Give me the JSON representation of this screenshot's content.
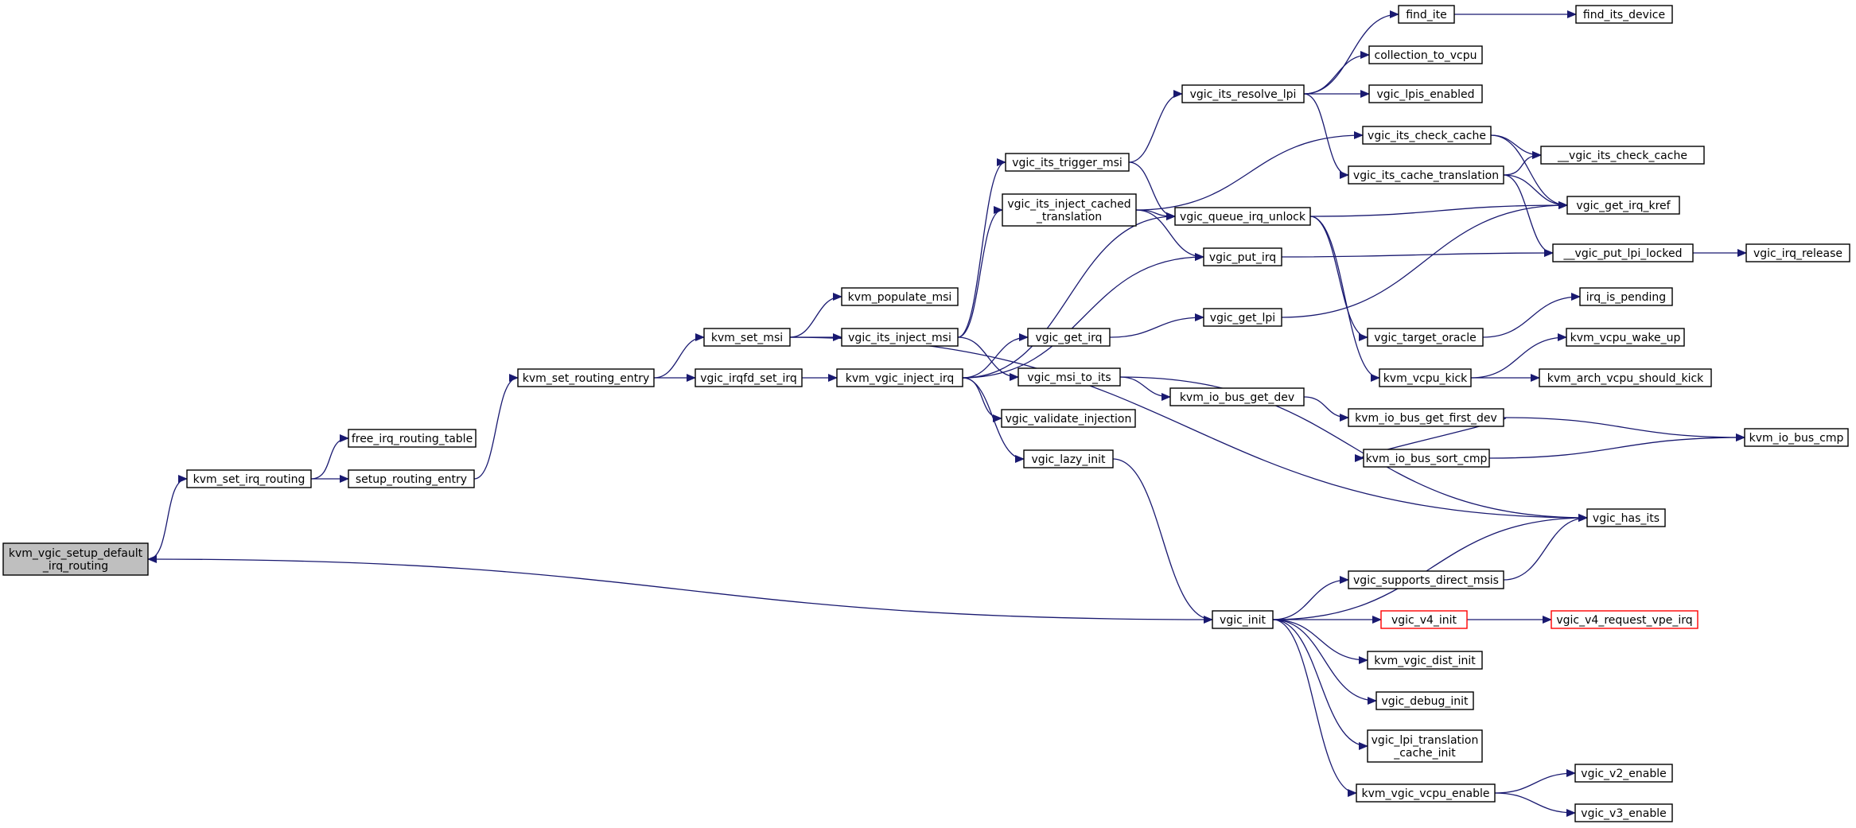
{
  "graph": {
    "colors": {
      "edge": "#191970",
      "node_border": "#000000",
      "node_fill": "#ffffff",
      "root_fill": "#bfbfbf",
      "truncated_border": "#ff0000"
    },
    "nodes": [
      {
        "id": "root",
        "lines": [
          "kvm_vgic_setup_default",
          "_irq_routing"
        ],
        "kind": "root"
      },
      {
        "id": "kvm_set_irq_routing",
        "lines": [
          "kvm_set_irq_routing"
        ]
      },
      {
        "id": "free_irq_routing_table",
        "lines": [
          "free_irq_routing_table"
        ]
      },
      {
        "id": "setup_routing_entry",
        "lines": [
          "setup_routing_entry"
        ]
      },
      {
        "id": "kvm_set_routing_entry",
        "lines": [
          "kvm_set_routing_entry"
        ]
      },
      {
        "id": "kvm_set_msi",
        "lines": [
          "kvm_set_msi"
        ]
      },
      {
        "id": "vgic_irqfd_set_irq",
        "lines": [
          "vgic_irqfd_set_irq"
        ]
      },
      {
        "id": "kvm_populate_msi",
        "lines": [
          "kvm_populate_msi"
        ]
      },
      {
        "id": "vgic_its_inject_msi",
        "lines": [
          "vgic_its_inject_msi"
        ]
      },
      {
        "id": "kvm_vgic_inject_irq",
        "lines": [
          "kvm_vgic_inject_irq"
        ]
      },
      {
        "id": "vgic_its_trigger_msi",
        "lines": [
          "vgic_its_trigger_msi"
        ]
      },
      {
        "id": "vgic_its_inject_cached_translation",
        "lines": [
          "vgic_its_inject_cached",
          "_translation"
        ]
      },
      {
        "id": "vgic_get_irq",
        "lines": [
          "vgic_get_irq"
        ]
      },
      {
        "id": "vgic_msi_to_its",
        "lines": [
          "vgic_msi_to_its"
        ]
      },
      {
        "id": "vgic_validate_injection",
        "lines": [
          "vgic_validate_injection"
        ]
      },
      {
        "id": "vgic_lazy_init",
        "lines": [
          "vgic_lazy_init"
        ]
      },
      {
        "id": "vgic_its_resolve_lpi",
        "lines": [
          "vgic_its_resolve_lpi"
        ]
      },
      {
        "id": "vgic_queue_irq_unlock",
        "lines": [
          "vgic_queue_irq_unlock"
        ]
      },
      {
        "id": "vgic_put_irq",
        "lines": [
          "vgic_put_irq"
        ]
      },
      {
        "id": "vgic_get_lpi",
        "lines": [
          "vgic_get_lpi"
        ]
      },
      {
        "id": "kvm_io_bus_get_dev",
        "lines": [
          "kvm_io_bus_get_dev"
        ]
      },
      {
        "id": "vgic_init",
        "lines": [
          "vgic_init"
        ]
      },
      {
        "id": "find_ite",
        "lines": [
          "find_ite"
        ]
      },
      {
        "id": "collection_to_vcpu",
        "lines": [
          "collection_to_vcpu"
        ]
      },
      {
        "id": "vgic_lpis_enabled",
        "lines": [
          "vgic_lpis_enabled"
        ]
      },
      {
        "id": "vgic_its_check_cache",
        "lines": [
          "vgic_its_check_cache"
        ]
      },
      {
        "id": "vgic_its_cache_translation",
        "lines": [
          "vgic_its_cache_translation"
        ]
      },
      {
        "id": "vgic_target_oracle",
        "lines": [
          "vgic_target_oracle"
        ]
      },
      {
        "id": "kvm_vcpu_kick",
        "lines": [
          "kvm_vcpu_kick"
        ]
      },
      {
        "id": "kvm_io_bus_get_first_dev",
        "lines": [
          "kvm_io_bus_get_first_dev"
        ]
      },
      {
        "id": "kvm_io_bus_sort_cmp",
        "lines": [
          "kvm_io_bus_sort_cmp"
        ]
      },
      {
        "id": "vgic_supports_direct_msis",
        "lines": [
          "vgic_supports_direct_msis"
        ]
      },
      {
        "id": "vgic_v4_init",
        "lines": [
          "vgic_v4_init"
        ],
        "kind": "truncated"
      },
      {
        "id": "kvm_vgic_dist_init",
        "lines": [
          "kvm_vgic_dist_init"
        ]
      },
      {
        "id": "vgic_debug_init",
        "lines": [
          "vgic_debug_init"
        ]
      },
      {
        "id": "vgic_lpi_translation_cache_init",
        "lines": [
          "vgic_lpi_translation",
          "_cache_init"
        ]
      },
      {
        "id": "kvm_vgic_vcpu_enable",
        "lines": [
          "kvm_vgic_vcpu_enable"
        ]
      },
      {
        "id": "find_its_device",
        "lines": [
          "find_its_device"
        ]
      },
      {
        "id": "__vgic_its_check_cache",
        "lines": [
          "__vgic_its_check_cache"
        ]
      },
      {
        "id": "vgic_get_irq_kref",
        "lines": [
          "vgic_get_irq_kref"
        ]
      },
      {
        "id": "__vgic_put_lpi_locked",
        "lines": [
          "__vgic_put_lpi_locked"
        ]
      },
      {
        "id": "irq_is_pending",
        "lines": [
          "irq_is_pending"
        ]
      },
      {
        "id": "kvm_vcpu_wake_up",
        "lines": [
          "kvm_vcpu_wake_up"
        ]
      },
      {
        "id": "kvm_arch_vcpu_should_kick",
        "lines": [
          "kvm_arch_vcpu_should_kick"
        ]
      },
      {
        "id": "kvm_io_bus_cmp",
        "lines": [
          "kvm_io_bus_cmp"
        ]
      },
      {
        "id": "vgic_has_its",
        "lines": [
          "vgic_has_its"
        ]
      },
      {
        "id": "vgic_v4_request_vpe_irq",
        "lines": [
          "vgic_v4_request_vpe_irq"
        ],
        "kind": "truncated"
      },
      {
        "id": "vgic_v2_enable",
        "lines": [
          "vgic_v2_enable"
        ]
      },
      {
        "id": "vgic_v3_enable",
        "lines": [
          "vgic_v3_enable"
        ]
      },
      {
        "id": "vgic_irq_release",
        "lines": [
          "vgic_irq_release"
        ]
      }
    ],
    "edges": [
      [
        "root",
        "kvm_set_irq_routing"
      ],
      [
        "kvm_set_irq_routing",
        "free_irq_routing_table"
      ],
      [
        "kvm_set_irq_routing",
        "setup_routing_entry"
      ],
      [
        "setup_routing_entry",
        "kvm_set_routing_entry"
      ],
      [
        "kvm_set_routing_entry",
        "kvm_set_msi"
      ],
      [
        "kvm_set_routing_entry",
        "vgic_irqfd_set_irq"
      ],
      [
        "kvm_set_msi",
        "kvm_populate_msi"
      ],
      [
        "kvm_set_msi",
        "vgic_its_inject_msi"
      ],
      [
        "kvm_set_msi",
        "vgic_has_its"
      ],
      [
        "vgic_irqfd_set_irq",
        "kvm_vgic_inject_irq"
      ],
      [
        "vgic_its_inject_msi",
        "vgic_its_trigger_msi"
      ],
      [
        "vgic_its_inject_msi",
        "vgic_its_inject_cached_translation"
      ],
      [
        "vgic_its_inject_msi",
        "vgic_msi_to_its"
      ],
      [
        "kvm_vgic_inject_irq",
        "vgic_get_irq"
      ],
      [
        "kvm_vgic_inject_irq",
        "vgic_queue_irq_unlock"
      ],
      [
        "kvm_vgic_inject_irq",
        "vgic_put_irq"
      ],
      [
        "kvm_vgic_inject_irq",
        "vgic_validate_injection"
      ],
      [
        "kvm_vgic_inject_irq",
        "vgic_lazy_init"
      ],
      [
        "vgic_its_trigger_msi",
        "vgic_its_resolve_lpi"
      ],
      [
        "vgic_its_trigger_msi",
        "vgic_queue_irq_unlock"
      ],
      [
        "vgic_its_inject_cached_translation",
        "vgic_its_check_cache"
      ],
      [
        "vgic_its_inject_cached_translation",
        "vgic_queue_irq_unlock"
      ],
      [
        "vgic_its_inject_cached_translation",
        "vgic_put_irq"
      ],
      [
        "vgic_get_irq",
        "vgic_get_lpi"
      ],
      [
        "vgic_msi_to_its",
        "kvm_io_bus_get_dev"
      ],
      [
        "vgic_msi_to_its",
        "vgic_has_its"
      ],
      [
        "vgic_lazy_init",
        "vgic_init"
      ],
      [
        "vgic_its_resolve_lpi",
        "find_ite"
      ],
      [
        "vgic_its_resolve_lpi",
        "collection_to_vcpu"
      ],
      [
        "vgic_its_resolve_lpi",
        "vgic_lpis_enabled"
      ],
      [
        "vgic_its_resolve_lpi",
        "vgic_its_cache_translation"
      ],
      [
        "vgic_queue_irq_unlock",
        "vgic_get_irq_kref"
      ],
      [
        "vgic_queue_irq_unlock",
        "vgic_target_oracle"
      ],
      [
        "vgic_queue_irq_unlock",
        "kvm_vcpu_kick"
      ],
      [
        "vgic_put_irq",
        "__vgic_put_lpi_locked"
      ],
      [
        "vgic_get_lpi",
        "vgic_get_irq_kref"
      ],
      [
        "kvm_io_bus_get_dev",
        "kvm_io_bus_get_first_dev"
      ],
      [
        "vgic_init",
        "root"
      ],
      [
        "vgic_init",
        "vgic_has_its"
      ],
      [
        "vgic_init",
        "vgic_supports_direct_msis"
      ],
      [
        "vgic_init",
        "vgic_v4_init"
      ],
      [
        "vgic_init",
        "kvm_vgic_dist_init"
      ],
      [
        "vgic_init",
        "vgic_debug_init"
      ],
      [
        "vgic_init",
        "vgic_lpi_translation_cache_init"
      ],
      [
        "vgic_init",
        "kvm_vgic_vcpu_enable"
      ],
      [
        "find_ite",
        "find_its_device"
      ],
      [
        "vgic_its_check_cache",
        "__vgic_its_check_cache"
      ],
      [
        "vgic_its_check_cache",
        "vgic_get_irq_kref"
      ],
      [
        "vgic_its_cache_translation",
        "__vgic_its_check_cache"
      ],
      [
        "vgic_its_cache_translation",
        "vgic_get_irq_kref"
      ],
      [
        "vgic_its_cache_translation",
        "__vgic_put_lpi_locked"
      ],
      [
        "__vgic_put_lpi_locked",
        "vgic_irq_release"
      ],
      [
        "vgic_target_oracle",
        "irq_is_pending"
      ],
      [
        "kvm_vcpu_kick",
        "kvm_vcpu_wake_up"
      ],
      [
        "kvm_vcpu_kick",
        "kvm_arch_vcpu_should_kick"
      ],
      [
        "kvm_io_bus_get_first_dev",
        "kvm_io_bus_sort_cmp"
      ],
      [
        "kvm_io_bus_get_first_dev",
        "kvm_io_bus_cmp"
      ],
      [
        "kvm_io_bus_sort_cmp",
        "kvm_io_bus_cmp"
      ],
      [
        "vgic_supports_direct_msis",
        "vgic_has_its"
      ],
      [
        "vgic_v4_init",
        "vgic_v4_request_vpe_irq"
      ],
      [
        "kvm_vgic_vcpu_enable",
        "vgic_v2_enable"
      ],
      [
        "kvm_vgic_vcpu_enable",
        "vgic_v3_enable"
      ]
    ]
  }
}
